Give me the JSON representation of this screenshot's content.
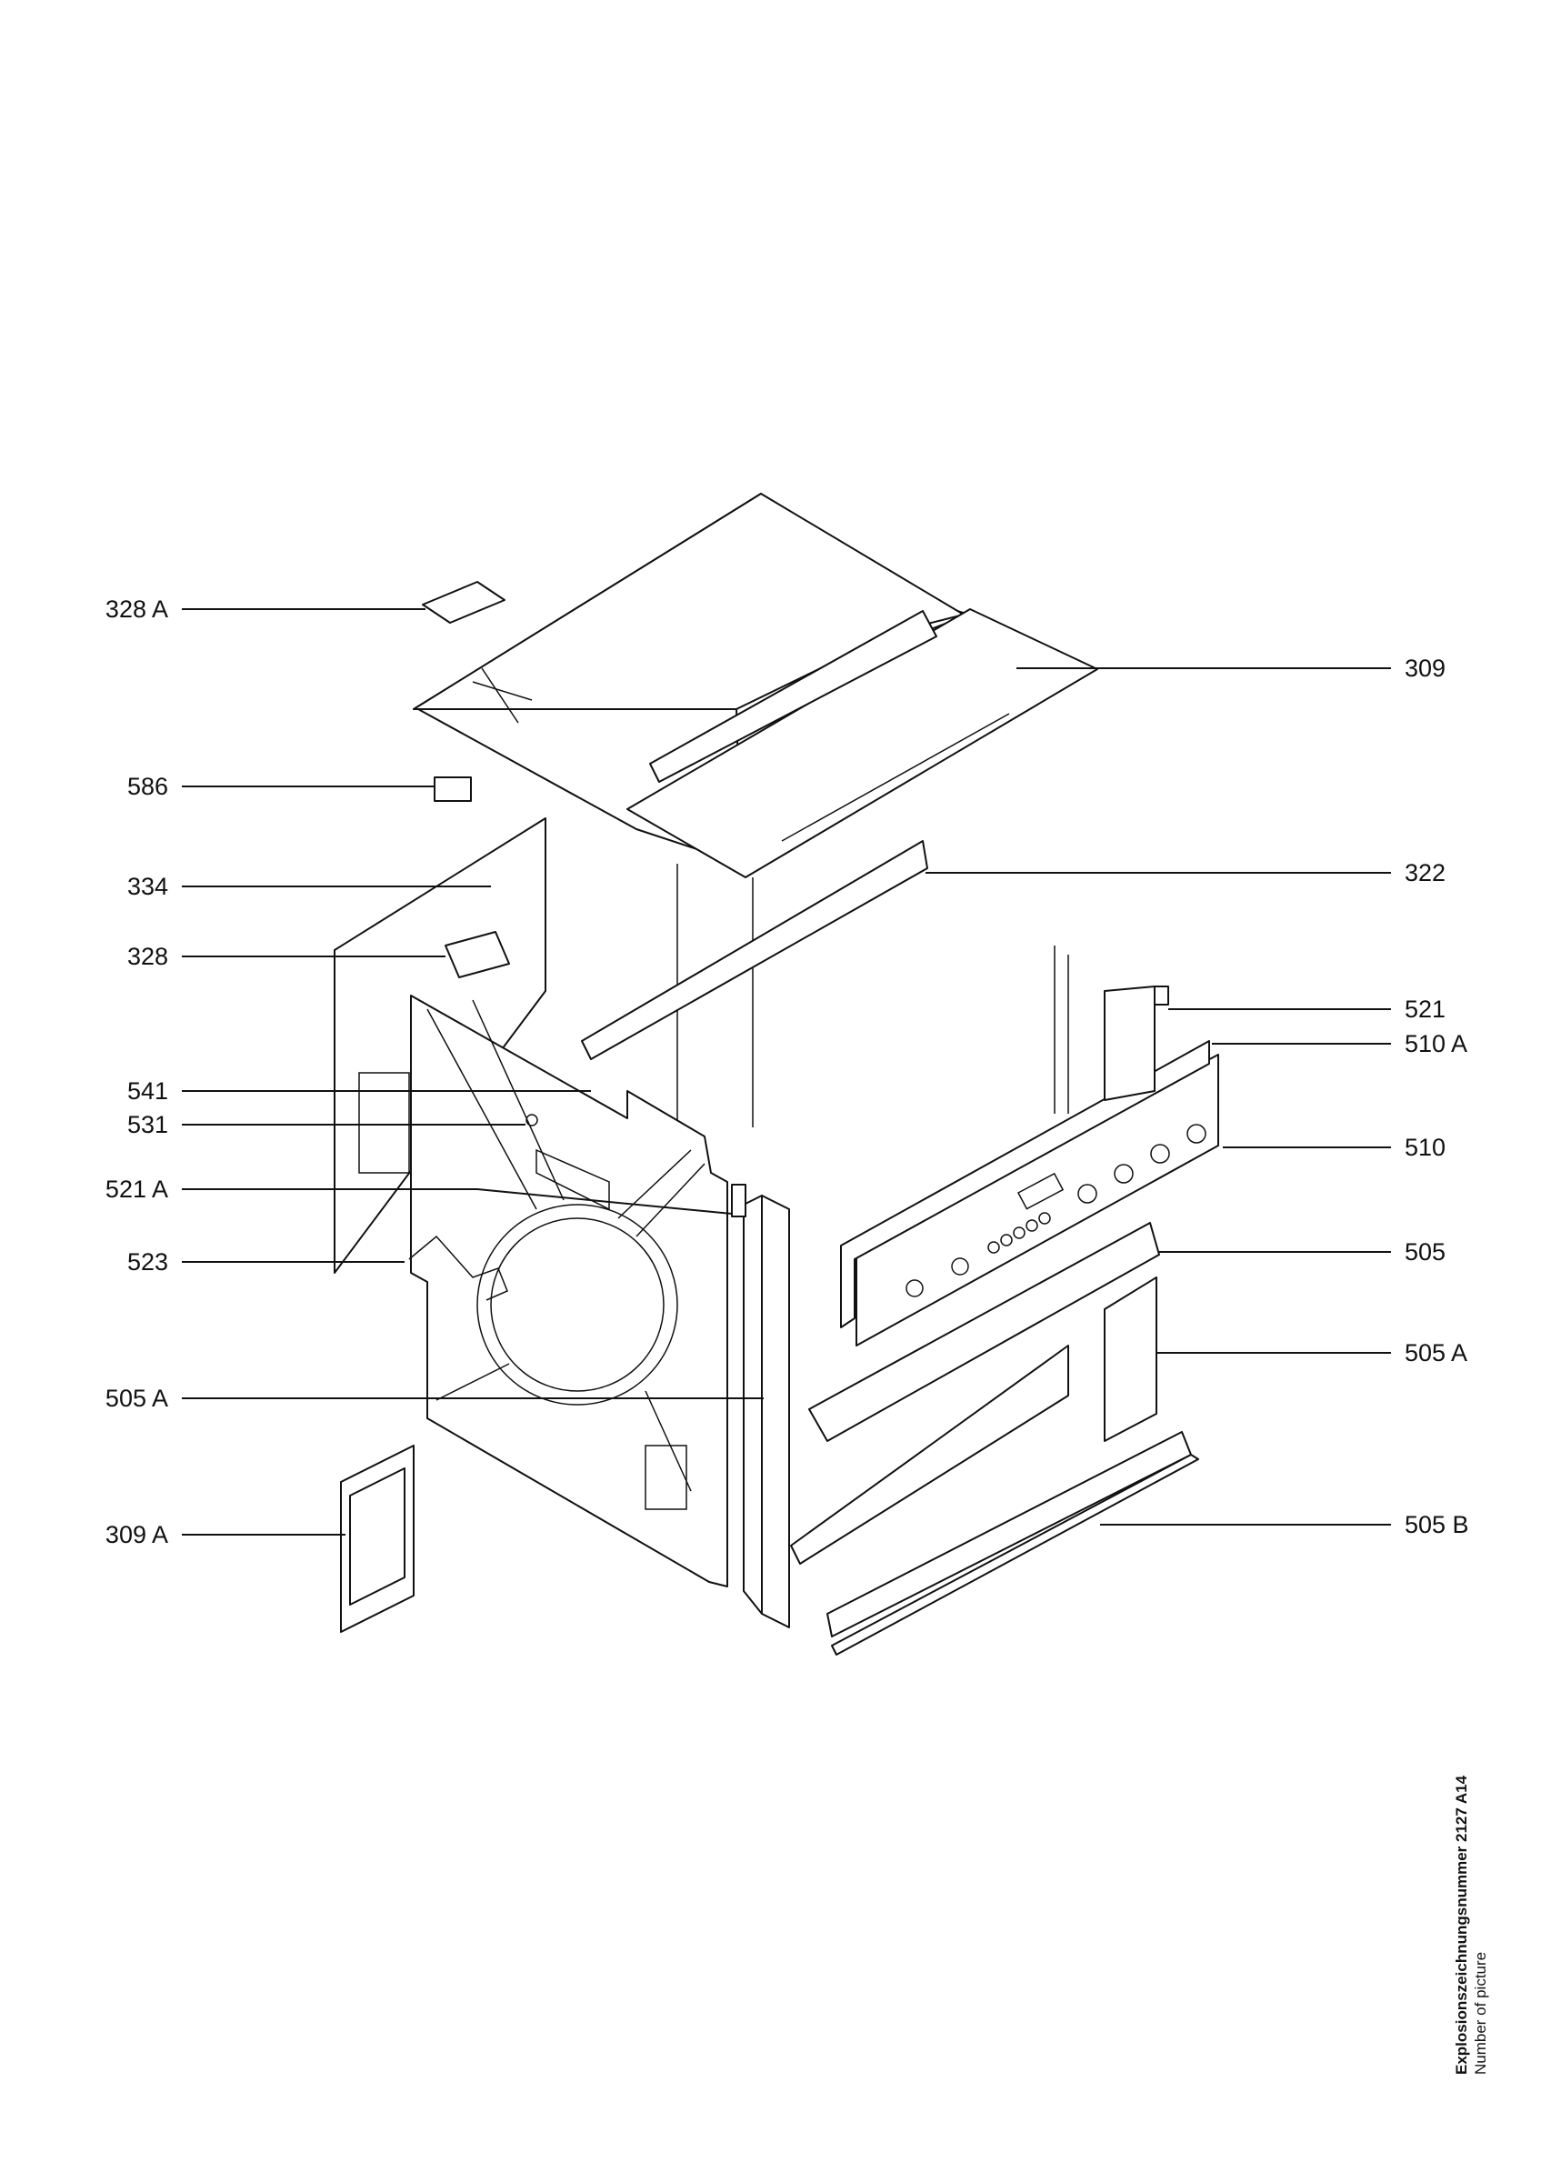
{
  "diagram": {
    "left_labels": [
      "328 A",
      "586",
      "334",
      "328",
      "541",
      "531",
      "521 A",
      "523",
      "505 A",
      "309 A"
    ],
    "right_labels": [
      "309",
      "322",
      "521",
      "510 A",
      "510",
      "505",
      "505 A",
      "505 B"
    ]
  },
  "caption": {
    "line1": "Explosionszeichnungsnummer 2127 A14",
    "line2": "Number of picture"
  }
}
